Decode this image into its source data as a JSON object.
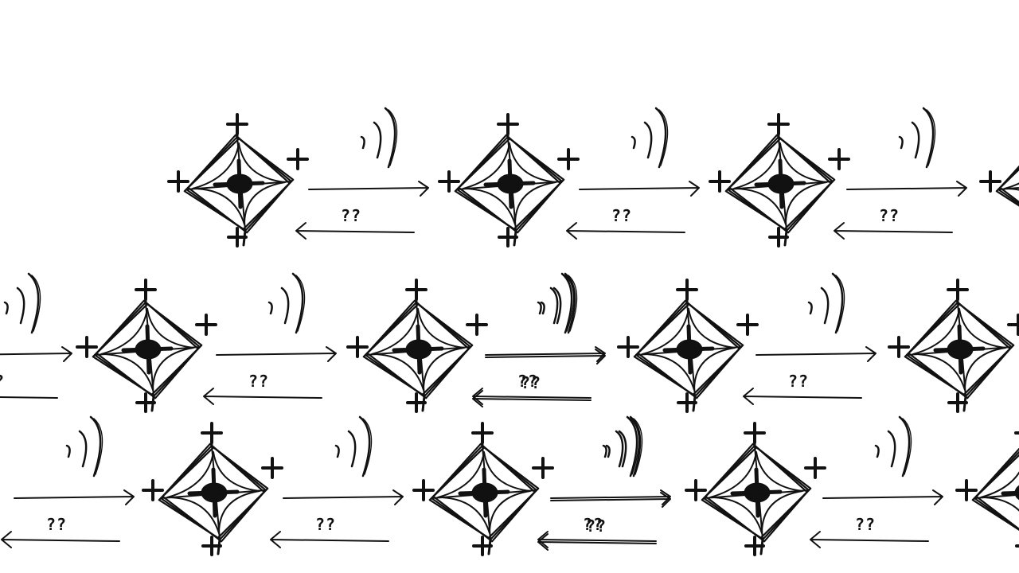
{
  "canvas": {
    "background": "#ffffff",
    "ink_color": "#111111"
  },
  "rows": [
    {
      "cells": [
        {
          "drone": "drone-sketch",
          "link": "wireless-signal",
          "label": "??"
        },
        {
          "drone": "drone-sketch",
          "link": "wireless-signal",
          "label": "??"
        },
        {
          "drone": "drone-sketch",
          "link": "wireless-signal",
          "label": "??"
        },
        {
          "drone": "drone-sketch"
        }
      ]
    },
    {
      "cells": [
        {
          "link": "wireless-signal",
          "label": "??"
        },
        {
          "drone": "drone-sketch",
          "link": "wireless-signal",
          "label": "??"
        },
        {
          "drone": "drone-sketch",
          "link": "wireless-signal",
          "label": "??"
        },
        {
          "drone": "drone-sketch",
          "link": "wireless-signal",
          "label": "??"
        },
        {
          "drone": "drone-sketch"
        }
      ]
    },
    {
      "cells": [
        {
          "link": "wireless-signal",
          "label": "??"
        },
        {
          "drone": "drone-sketch",
          "link": "wireless-signal",
          "label": "??"
        },
        {
          "drone": "drone-sketch",
          "link": "wireless-signal",
          "label": "??"
        },
        {
          "drone": "drone-sketch",
          "link": "wireless-signal",
          "label": "??"
        },
        {
          "drone": "drone-sketch"
        }
      ]
    }
  ]
}
